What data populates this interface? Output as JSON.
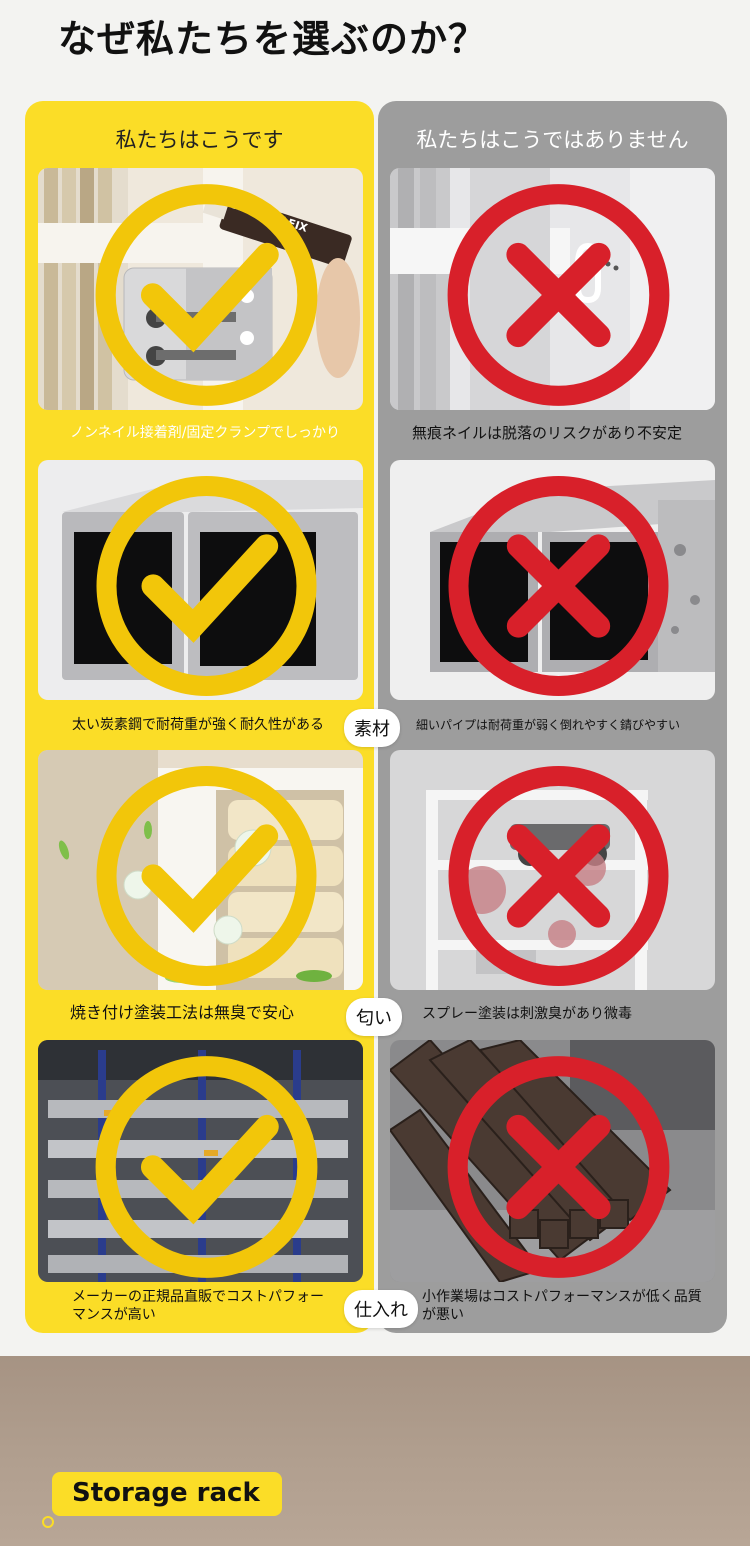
{
  "page_title": "なぜ私たちを選ぶのか？",
  "columns": {
    "good_heading": "私たちはこうです",
    "bad_heading": "私たちはこうではありません"
  },
  "rows": [
    {
      "good_caption": "ノンネイル接着剤/固定クランプでしっかり",
      "bad_caption": "無痕ネイルは脱落のリスクがあり不安定",
      "good_product_text": "SEALANT FIX"
    },
    {
      "label": "素材",
      "good_caption": "太い炭素鋼で耐荷重が強く耐久性がある",
      "bad_caption": "細いパイプは耐荷重が弱く倒れやすく錆びやすい"
    },
    {
      "label": "匂い",
      "good_caption": "焼き付け塗装工法は無臭で安心",
      "bad_caption": "スプレー塗装は刺激臭があり微毒"
    },
    {
      "label": "仕入れ",
      "good_caption": "メーカーの正規品直販でコストパフォーマンスが高い",
      "bad_caption": "小作業場はコストパフォーマンスが低く品質が悪い"
    }
  ],
  "icons": {
    "good": "check-circle-icon",
    "bad": "x-circle-icon"
  },
  "footer_tag": "Storage rack",
  "colors": {
    "accent_yellow": "#fbdd27",
    "gray_panel": "#9d9d9d",
    "bad_red": "#d8202a"
  }
}
